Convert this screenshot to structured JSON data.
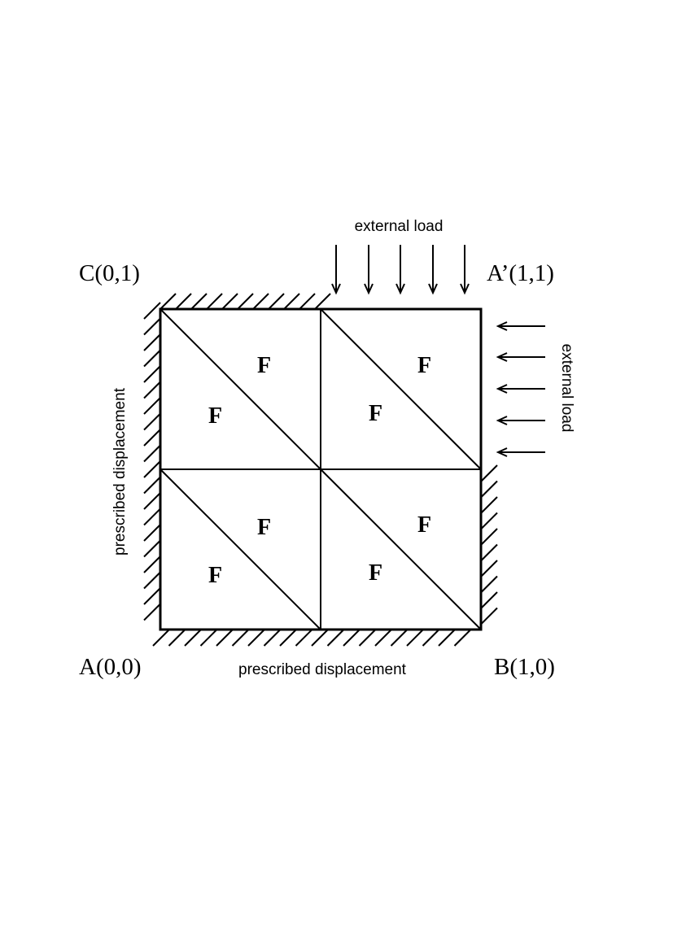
{
  "corners": {
    "top_left": "C(0,1)",
    "top_right": "A’(1,1)",
    "bottom_left": "A(0,0)",
    "bottom_right": "B(1,0)"
  },
  "labels": {
    "top_load": "external load",
    "right_load": "external load",
    "left_displacement": "prescribed displacement",
    "bottom_displacement": "prescribed displacement"
  },
  "elements": [
    "F",
    "F",
    "F",
    "F",
    "F",
    "F",
    "F",
    "F"
  ]
}
